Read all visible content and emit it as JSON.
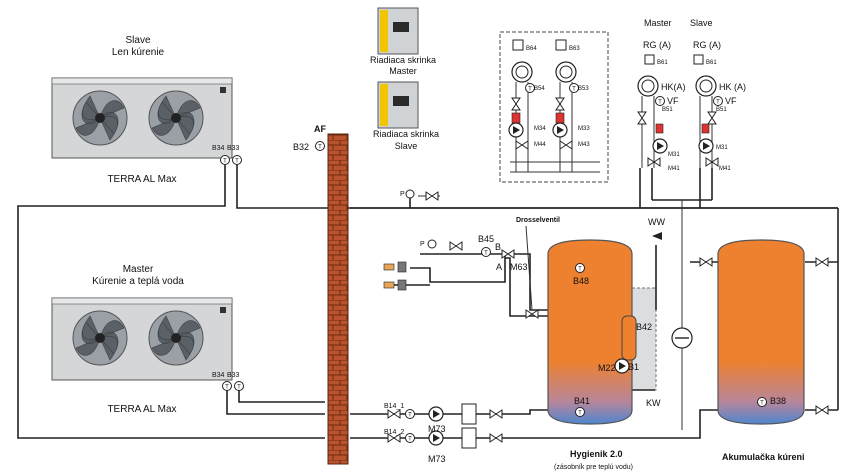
{
  "units": {
    "slave": {
      "title": "Slave",
      "subtitle": "Len kúrenie",
      "model": "TERRA AL Max",
      "sensor_a": "B34",
      "sensor_b": "B33"
    },
    "master": {
      "title": "Master",
      "subtitle": "Kúrenie a teplá voda",
      "model": "TERRA AL Max",
      "sensor_a": "B34",
      "sensor_b": "B33"
    }
  },
  "wall": {
    "af_label": "AF",
    "b32_label": "B32"
  },
  "cabinets": {
    "master_label_1": "Riadiaca skrinka",
    "master_label_2": "Master",
    "slave_label_1": "Riadiaca skrinka",
    "slave_label_2": "Slave"
  },
  "circuits": {
    "left_group": {
      "b64": "B64",
      "b63": "B63",
      "b54": "B54",
      "b53": "B53",
      "m34": "M34",
      "m33": "M33",
      "m44": "M44",
      "m43": "M43"
    },
    "right_group": {
      "master_title": "Master",
      "slave_title": "Slave",
      "rg_master": "RG (A)",
      "rg_slave": "RG (A)",
      "b61_master": "B61",
      "b61_slave": "B61",
      "hk_master": "HK(A)",
      "hk_slave": "HK (A)",
      "vf_master": "VF",
      "vf_slave": "VF",
      "b51_master": "B51",
      "b51_slave": "B51",
      "m31_master": "M31",
      "m31_slave": "M31",
      "m41_master": "M41",
      "m41_slave": "M41"
    }
  },
  "hydraulics": {
    "p_label": "P",
    "p2_label": "P",
    "b45": "B45",
    "valve_b": "B",
    "valve_a": "A",
    "m63": "M63",
    "drosselventil": "Drosselventil",
    "b14_1": "B14_1",
    "b14_2": "B14_2",
    "m73_top": "M73",
    "m73_bottom": "M73"
  },
  "tank_hygienic": {
    "b48": "B48",
    "b41": "B41",
    "b42": "B42",
    "b1": "B1",
    "m22": "M22",
    "ww": "WW",
    "kw": "KW",
    "name": "Hygienik 2.0",
    "subname": "(zásobník pre teplú vodu)"
  },
  "tank_accumulator": {
    "b38": "B38",
    "name": "Akumulačka kúreni"
  },
  "colors": {
    "hot": "#ee8130",
    "cold": "#5b86c6",
    "unit_body": "#d4d6d8",
    "brick": "#b9532e"
  }
}
